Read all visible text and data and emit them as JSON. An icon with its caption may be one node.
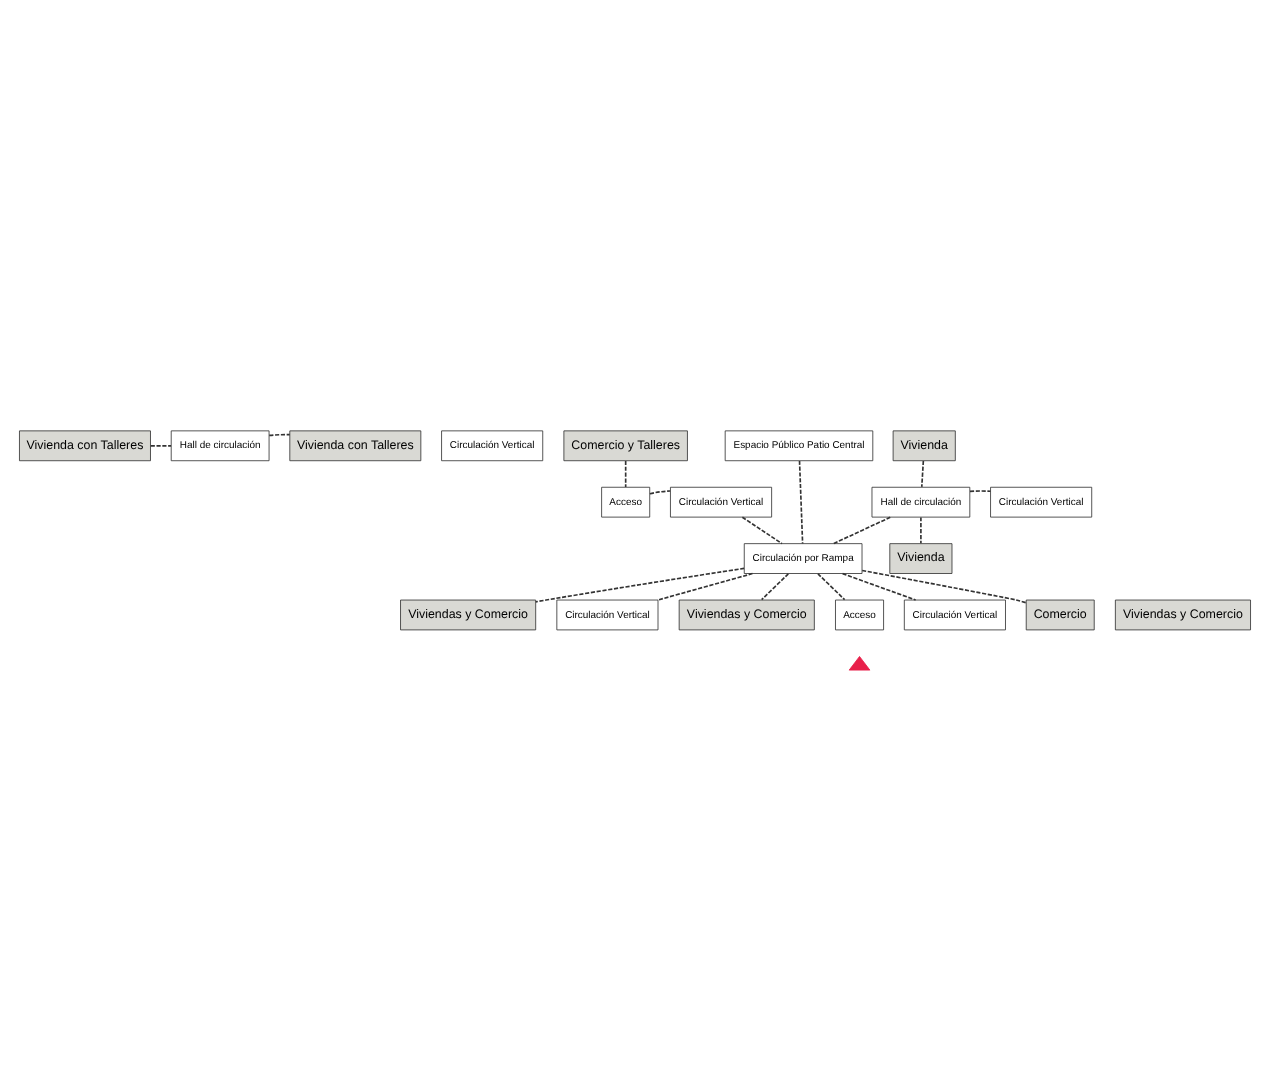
{
  "diagram": {
    "nodes": [
      {
        "text": [
          "Vivienda con Talleres"
        ]
      },
      {
        "text": [
          "Circulación Vertical"
        ]
      },
      {
        "text": [
          "Hall de circulación"
        ]
      },
      {
        "text": [
          "Vivienda con Talleres"
        ]
      },
      {
        "text": [
          "Comercio y Talleres"
        ]
      },
      {
        "text": [
          "Espacio Público Patio Central"
        ]
      },
      {
        "text": [
          "Vivienda"
        ]
      },
      {
        "text": [
          "Acceso"
        ]
      },
      {
        "text": [
          "Circulación Vertical"
        ]
      },
      {
        "text": [
          "Hall de circulación"
        ]
      },
      {
        "text": [
          "Circulación Vertical"
        ]
      },
      {
        "text": [
          "Vivienda"
        ]
      },
      {
        "text": [
          "Circulación por Rampa"
        ]
      },
      {
        "text": [
          "Viviendas y Comercio"
        ]
      },
      {
        "text": [
          "Circulación Vertical"
        ]
      },
      {
        "text": [
          "Viviendas y Comercio"
        ]
      },
      {
        "text": [
          "Acceso"
        ]
      },
      {
        "text": [
          "Viviendas y Comercio"
        ]
      },
      {
        "text": [
          "Circulación Vertical"
        ]
      },
      {
        "text": [
          "Comercio"
        ]
      },
      {
        "text": [],
        "shape": "triangle"
      }
    ],
    "edges": [
      {
        "from": 0,
        "to": 2,
        "arrow": "none"
      },
      {
        "from": 2,
        "to": 3,
        "arrow": "none"
      },
      {
        "from": 4,
        "to": 7,
        "arrow": "none"
      },
      {
        "from": 7,
        "to": 8,
        "arrow": "none"
      },
      {
        "from": 8,
        "to": 12,
        "arrow": "none"
      },
      {
        "from": 5,
        "to": 12,
        "arrow": "none"
      },
      {
        "from": 6,
        "to": 9,
        "arrow": "none"
      },
      {
        "from": 9,
        "to": 10,
        "arrow": "none"
      },
      {
        "from": 9,
        "to": 11,
        "arrow": "none"
      },
      {
        "from": 9,
        "to": 12,
        "arrow": "none"
      },
      {
        "from": 12,
        "to": 13,
        "arrow": "none"
      },
      {
        "from": 12,
        "to": 14,
        "arrow": "none"
      },
      {
        "from": 12,
        "to": 15,
        "arrow": "none"
      },
      {
        "from": 12,
        "to": 16,
        "arrow": "none"
      },
      {
        "from": 12,
        "to": 18,
        "arrow": "none"
      },
      {
        "from": 12,
        "to": 19,
        "arrow": "none"
      }
    ]
  }
}
